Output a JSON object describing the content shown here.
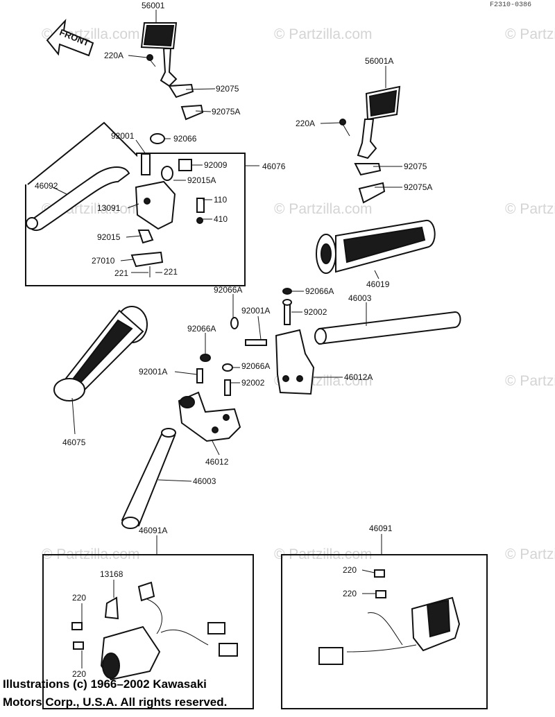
{
  "figure_code": "F2310-0386",
  "front_label": "FRONT",
  "watermarks": [
    "© Partzilla.com",
    "© Partzilla.com",
    "© Partzilla.com",
    "© Partzilla.com",
    "© Partzilla.com",
    "© Partzilla.com",
    "© Partzilla.com",
    "© Partzilla.com",
    "© Partzilla.com",
    "© Partzilla.com",
    "© Partzilla.com"
  ],
  "labels": [
    "56001",
    "220A",
    "92075",
    "92075A",
    "56001A",
    "220A",
    "92075",
    "92075A",
    "92001",
    "92066",
    "92009",
    "46076",
    "92015A",
    "46092",
    "110",
    "13091",
    "410",
    "92015",
    "27010",
    "221",
    "221",
    "46019",
    "92066A",
    "92066A",
    "46003",
    "92001A",
    "92002",
    "92066A",
    "92066A",
    "92001A",
    "46012A",
    "92002",
    "46075",
    "46012",
    "46003",
    "46091A",
    "46091",
    "13168",
    "220",
    "220",
    "220",
    "220"
  ],
  "copyright": [
    "Illustrations (c) 1966–2002 Kawasaki",
    "Motors Corp., U.S.A.  All rights reserved."
  ]
}
